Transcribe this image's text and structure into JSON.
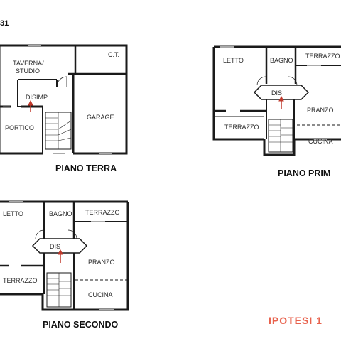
{
  "drawing": {
    "ref_number": "31",
    "variant_label": "IPOTESI 1",
    "arrow_color": "#c0392b",
    "accent_color": "#e8624d",
    "wall_color": "#1a1a1a"
  },
  "plans": {
    "ground": {
      "title": "PIANO TERRA",
      "rooms": {
        "taverna_line1": "TAVERNA/",
        "taverna_line2": "STUDIO",
        "ct": "C.T.",
        "disimp": "DISIMP",
        "garage": "GARAGE",
        "portico": "PORTICO"
      }
    },
    "first": {
      "title": "PIANO PRIM",
      "rooms": {
        "letto": "LETTO",
        "bagno": "BAGNO",
        "terrazzo_top": "TERRAZZO",
        "dis": "DIS",
        "pranzo": "PRANZO",
        "terrazzo_bottom": "TERRAZZO",
        "cucina": "CUCINA"
      }
    },
    "second": {
      "title": "PIANO SECONDO",
      "rooms": {
        "letto": "LETTO",
        "bagno": "BAGNO",
        "terrazzo_top": "TERRAZZO",
        "dis": "DIS",
        "pranzo": "PRANZO",
        "terrazzo_bottom": "TERRAZZO",
        "cucina": "CUCINA"
      }
    }
  }
}
